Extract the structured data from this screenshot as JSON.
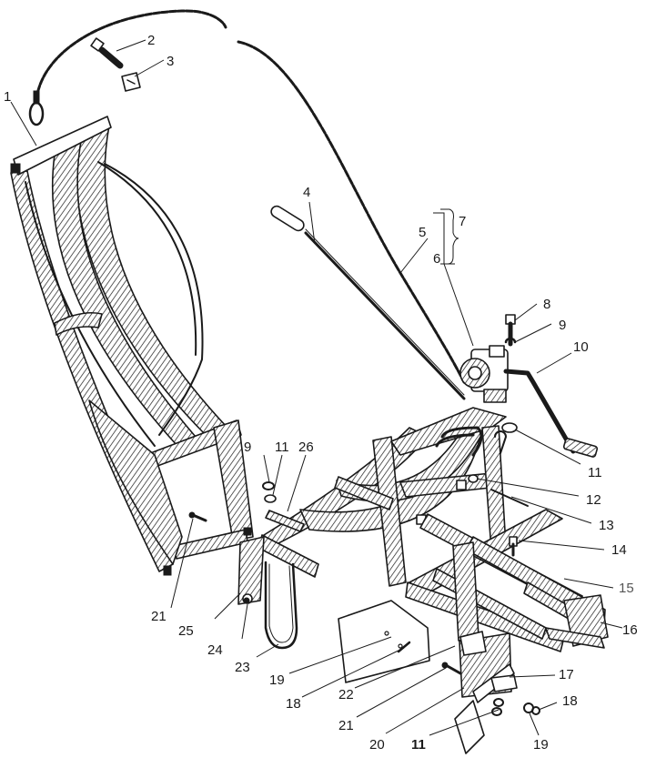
{
  "labels": {
    "l1": "1",
    "l2": "2",
    "l3": "3",
    "l4": "4",
    "l5": "5",
    "l6": "6",
    "l7": "7",
    "l8": "8",
    "l9a": "9",
    "l10": "10",
    "l11a": "11",
    "l12": "12",
    "l13": "13",
    "l14": "14",
    "l15": "15",
    "l16": "16",
    "l9b": "9",
    "l11b": "11",
    "l26": "26",
    "l21a": "21",
    "l25": "25",
    "l24": "24",
    "l23": "23",
    "l19a": "19",
    "l18a": "18",
    "l22": "22",
    "l21b": "21",
    "l20": "20",
    "l11c": "11",
    "l19b": "19",
    "l18b": "18",
    "l17": "17"
  },
  "colors": {
    "ink": "#1a1a1a",
    "background": "#ffffff"
  }
}
